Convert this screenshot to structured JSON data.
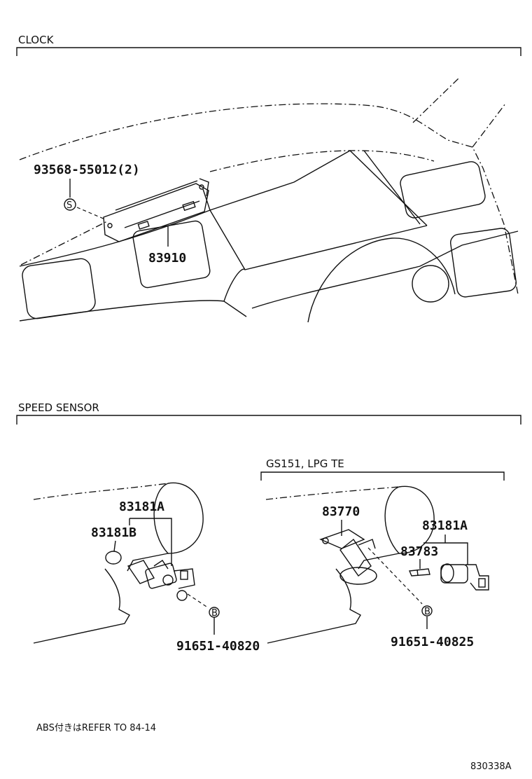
{
  "sections": {
    "clock": {
      "title": "CLOCK"
    },
    "speed_sensor": {
      "title": "SPEED SENSOR",
      "variant_label": "GS151, LPG TE"
    }
  },
  "parts": {
    "screw": "93568-55012(2)",
    "clock": "83910",
    "sensor_a_left": "83181A",
    "sensor_b_left": "83181B",
    "bolt_left": "91651-40820",
    "driven_gear": "83770",
    "sensor_a_right": "83181A",
    "pin": "83783",
    "bolt_right": "91651-40825"
  },
  "symbols": {
    "s_marker": "S",
    "b_marker_left": "B",
    "b_marker_right": "B"
  },
  "footer": {
    "note": "ABS付きはREFER TO 84-14",
    "diagram_id": "830338A"
  }
}
